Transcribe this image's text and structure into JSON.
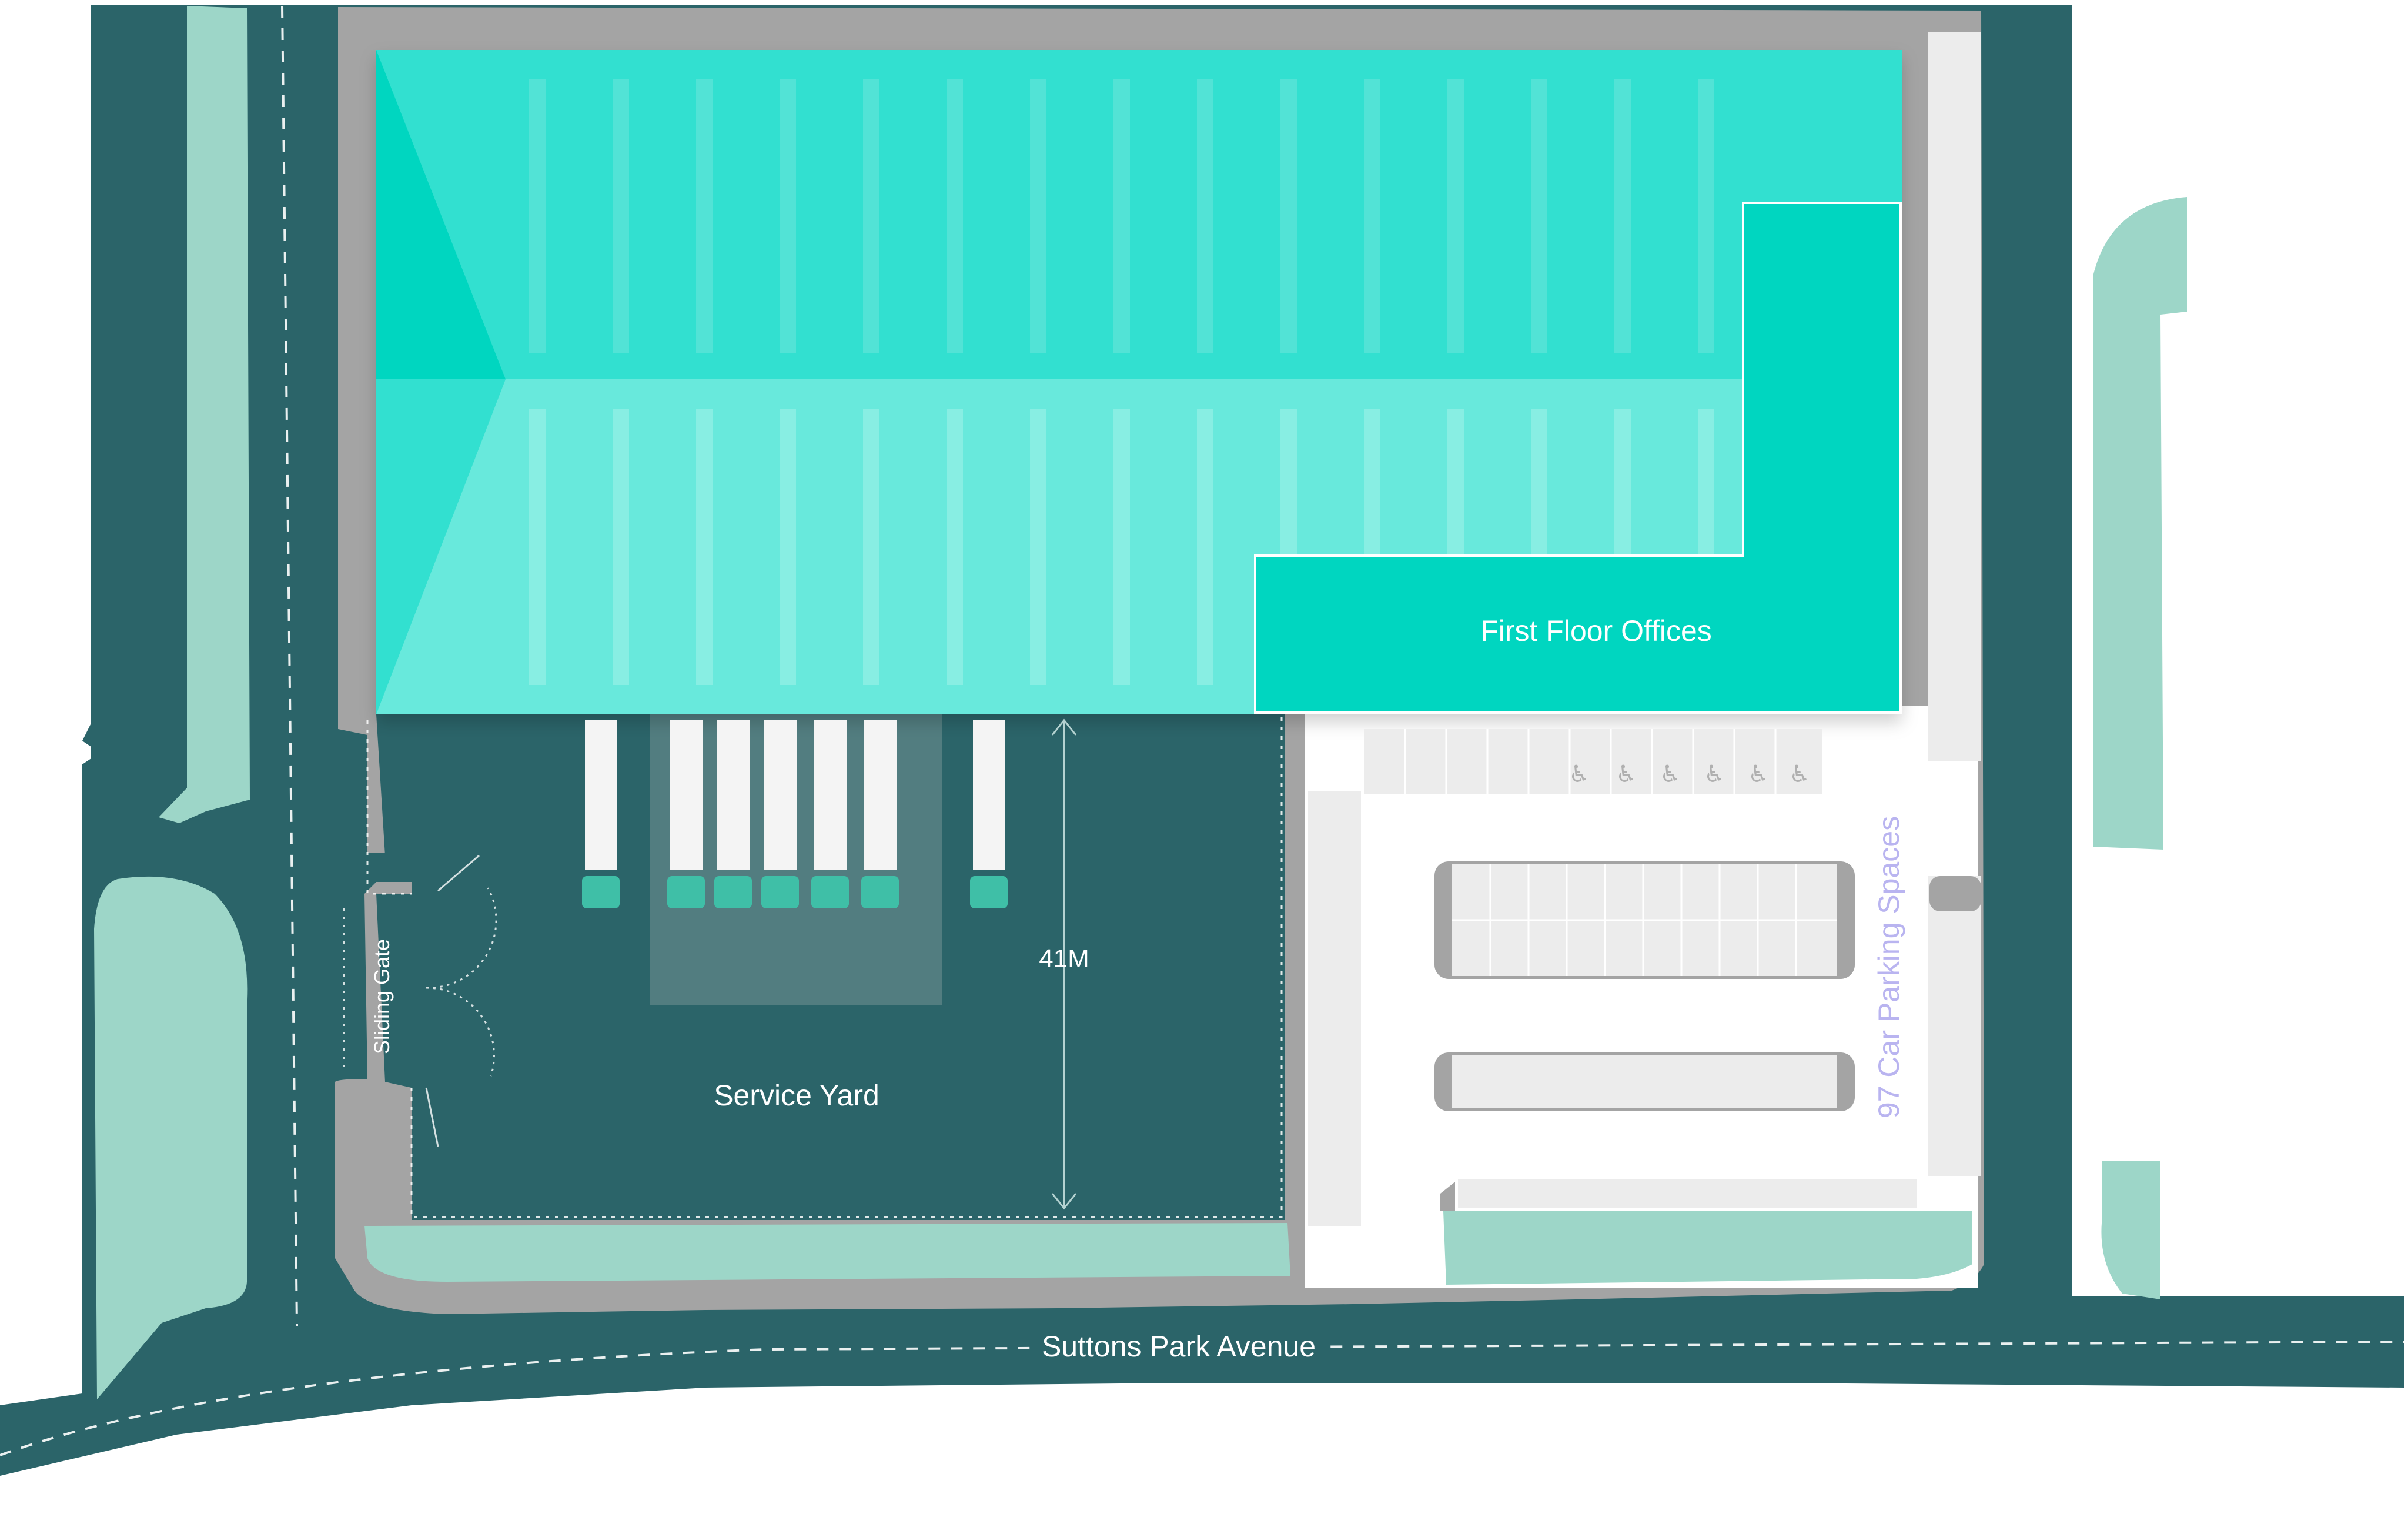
{
  "labels": {
    "offices": "First Floor Offices",
    "service_yard": "Service Yard",
    "yard_depth": "41M",
    "sliding_gate": "Sliding Gate",
    "parking": "97 Car Parking Spaces",
    "road": "Suttons Park Avenue"
  },
  "colors": {
    "road": "#2b6469",
    "verge": "#9dd6c8",
    "kerb": "#a4a4a4",
    "roof_back": "#33e0d0",
    "roof_front": "#67e9dc",
    "offices": "#00d6c0",
    "hardstanding": "#ffffff",
    "parking_bay": "#ececec",
    "loading_apron": "#527d80",
    "truck_cab": "#3fbfa7",
    "accessible_icon": "#b0b0b0",
    "parking_label": "#b9b4f0"
  },
  "icons": {
    "accessible_bay": "wheelchair-icon"
  }
}
